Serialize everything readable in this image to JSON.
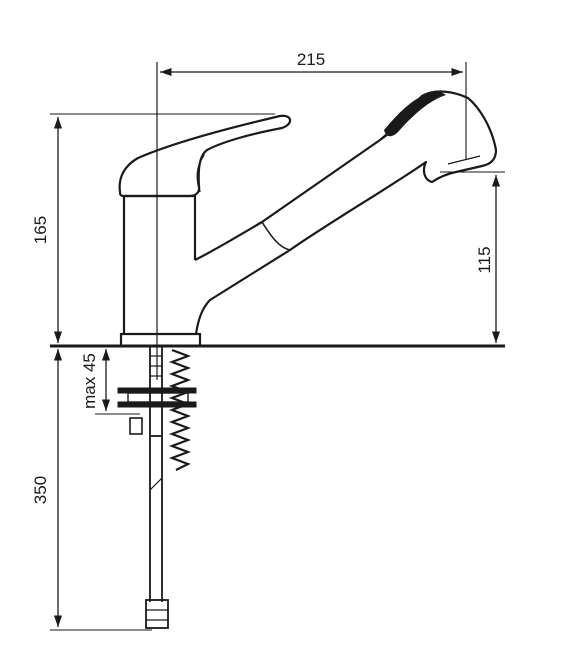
{
  "dimensions": {
    "spout_reach": "215",
    "total_height": "165",
    "spout_height": "115",
    "max_counter_thickness": "max 45",
    "hose_length": "350"
  },
  "colors": {
    "ink": "#1a1a1a",
    "background": "#ffffff"
  }
}
